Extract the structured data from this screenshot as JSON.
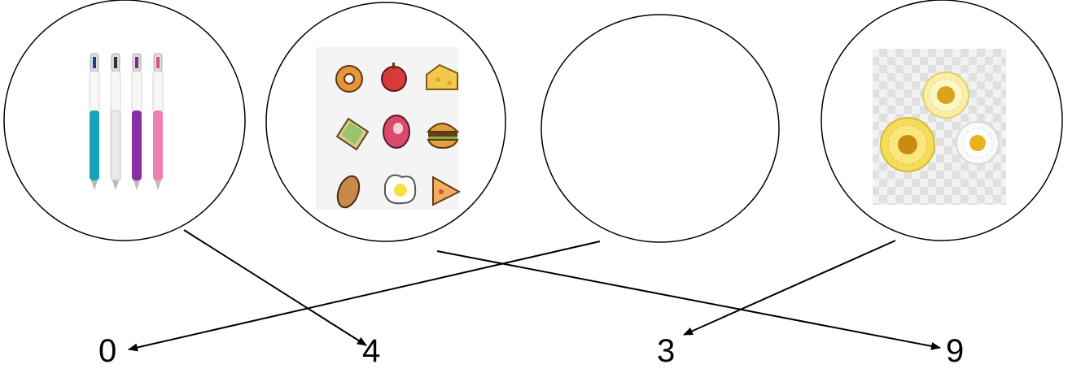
{
  "diagram": {
    "circles": [
      {
        "id": "pens",
        "content": "four-colour-pens-image",
        "count": 4
      },
      {
        "id": "food",
        "content": "food-icons-image",
        "count": 9
      },
      {
        "id": "empty",
        "content": "empty",
        "count": 0
      },
      {
        "id": "flowers",
        "content": "daisies-image",
        "count": 3
      }
    ],
    "numbers": [
      {
        "label": "0"
      },
      {
        "label": "4"
      },
      {
        "label": "3"
      },
      {
        "label": "9"
      }
    ],
    "arrows": [
      {
        "from": "pens",
        "to": "4"
      },
      {
        "from": "food",
        "to": "9"
      },
      {
        "from": "empty",
        "to": "0"
      },
      {
        "from": "flowers",
        "to": "3"
      }
    ]
  }
}
